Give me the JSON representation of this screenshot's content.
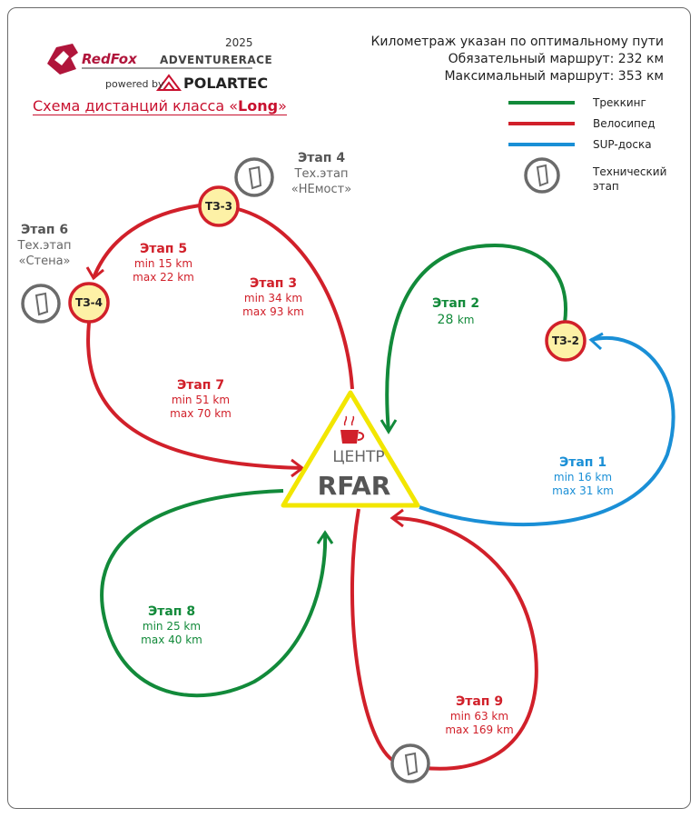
{
  "header": {
    "year": "2025",
    "brand": "RedFox",
    "brand_suffix": "ADVENTURERACE",
    "powered_by": "powered by",
    "sponsor": "POLARTEC",
    "title_prefix": "Схема дистанций класса «",
    "title_class": "Long",
    "title_suffix": "»"
  },
  "info": {
    "line1": "Километраж указан по оптимальному пути",
    "line2": "Обязательный маршрут: 232 км",
    "line3": "Максимальный маршрут: 353 км"
  },
  "legend": [
    {
      "label": "Треккинг",
      "color": "#128a3a"
    },
    {
      "label": "Велосипед",
      "color": "#d1202a"
    },
    {
      "label": "SUP-доска",
      "color": "#1a8fd6"
    },
    {
      "label_line1": "Технический",
      "label_line2": "этап",
      "icon": "carabiner-icon"
    }
  ],
  "center": {
    "icon": "coffee-cup-icon",
    "line1": "ЦЕНТР",
    "line2": "RFAR"
  },
  "checkpoints": {
    "tz3": "ТЗ-3",
    "tz4": "ТЗ-4",
    "tz2": "ТЗ-2"
  },
  "stages": {
    "s1": {
      "name": "Этап 1",
      "min": "min 16 km",
      "max": "max 31 km"
    },
    "s2": {
      "name": "Этап 2",
      "dist_num": "28",
      "dist_unit": "km"
    },
    "s3": {
      "name": "Этап 3",
      "min": "min 34 km",
      "max": "max 93 km"
    },
    "s4": {
      "name": "Этап 4",
      "sub": "Тех.этап",
      "sub2": "«НЕмост»"
    },
    "s5": {
      "name": "Этап 5",
      "min": "min 15 km",
      "max": "max 22 km"
    },
    "s6": {
      "name": "Этап 6",
      "sub": "Тех.этап",
      "sub2": "«Стена»"
    },
    "s7": {
      "name": "Этап 7",
      "min": "min 51 km",
      "max": "max 70 km"
    },
    "s8": {
      "name": "Этап 8",
      "min": "min 25 km",
      "max": "max 40 km"
    },
    "s9": {
      "name": "Этап 9",
      "min": "min 63 km",
      "max": "max 169 km"
    }
  },
  "colors": {
    "trekking": "#128a3a",
    "bike": "#d1202a",
    "sup": "#1a8fd6",
    "checkpoint_fill": "#fdf1a6",
    "center_fill": "#ffffff",
    "center_stroke": "#f2e600",
    "tech_grey": "#6b6b6b"
  }
}
